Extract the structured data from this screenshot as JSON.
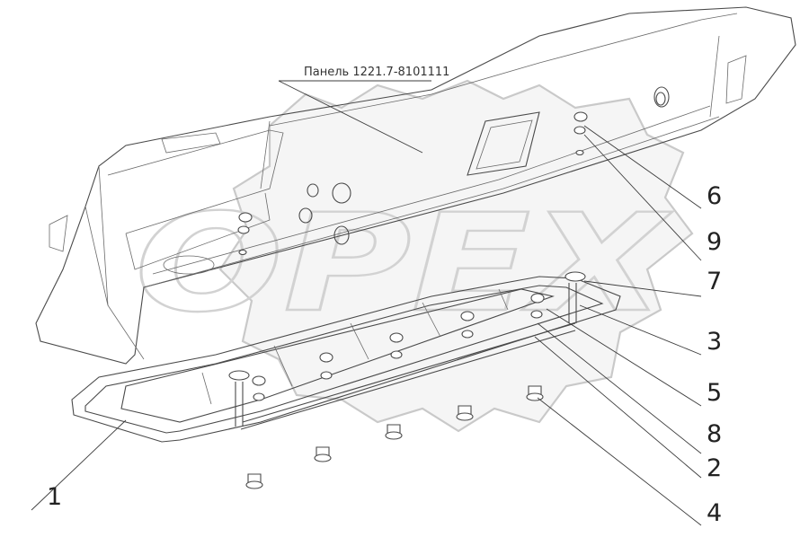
{
  "title_label": "Панель 1221.7-8101111",
  "watermark": "OPEX",
  "callouts": [
    "6",
    "9",
    "7",
    "3",
    "5",
    "8",
    "2",
    "4",
    "1"
  ]
}
